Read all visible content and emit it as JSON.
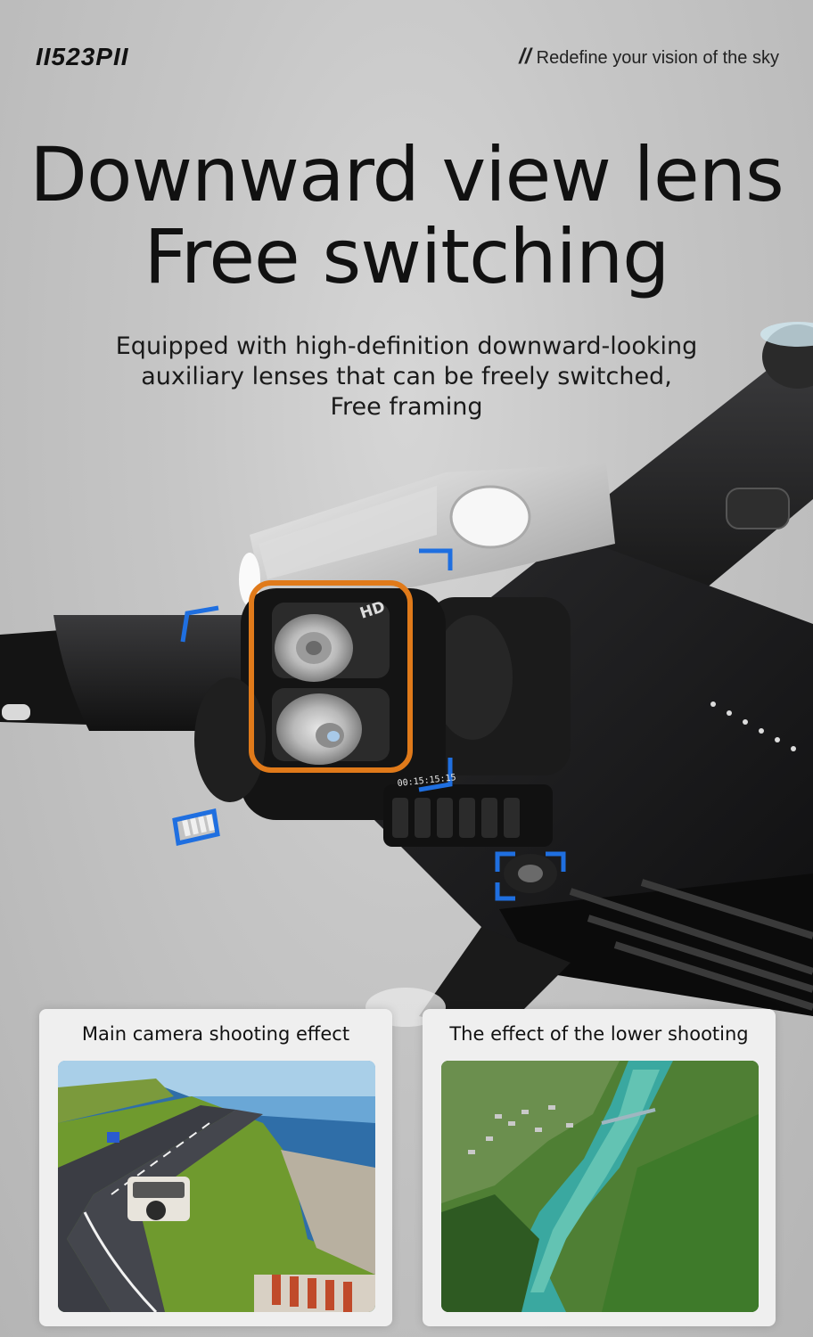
{
  "header": {
    "brand": "II523PII",
    "tagline_slash": "//",
    "tagline": "Redefine your vision of the sky"
  },
  "headline": {
    "line1": "Downward view lens",
    "line2": "Free switching"
  },
  "description": {
    "line1": "Equipped with high-definition downward-looking",
    "line2": "auxiliary lenses that can be freely switched,",
    "line3": "Free framing"
  },
  "overlay": {
    "hd": "HD",
    "timestamp": "00:15:15:15"
  },
  "comparison": [
    {
      "title": "Main camera shooting effect"
    },
    {
      "title": "The effect of the lower shooting"
    }
  ],
  "colors": {
    "accent_orange": "#e07a1a",
    "accent_blue": "#1f6fe0",
    "drone_body": "#1c1c1e"
  }
}
